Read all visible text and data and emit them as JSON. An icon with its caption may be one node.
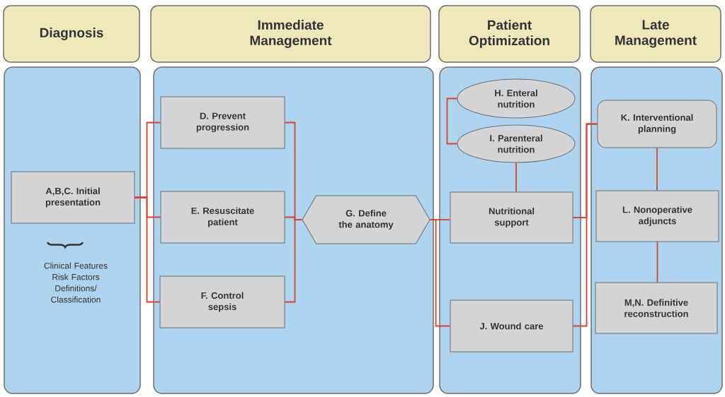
{
  "diagram": {
    "nodes": [
      {
        "text": [
          "Diagnosis"
        ]
      },
      {
        "text": [
          "Immediate Management"
        ]
      },
      {
        "text": [
          "Patient Optimization"
        ]
      },
      {
        "text": [
          "Late Management"
        ]
      },
      {
        "text": [],
        "shape": "box"
      },
      {
        "text": [
          "A,B,C. Initial presentation"
        ],
        "in": 4
      },
      {
        "text": [],
        "shape": "box"
      },
      {
        "text": [
          "D. Prevent progression"
        ],
        "in": 6
      },
      {
        "text": [
          "E. Resuscitate patient"
        ],
        "in": 6
      },
      {
        "text": [
          "F. Control sepsis"
        ],
        "in": 6
      },
      {
        "text": [
          "G. Define the anatomy"
        ],
        "in": 6
      },
      {
        "text": [],
        "shape": "box"
      },
      {
        "text": [
          "H. Enteral nutrition"
        ],
        "in": 11
      },
      {
        "text": [
          "I. Parenteral nutrition"
        ],
        "in": 11
      },
      {
        "text": [
          "Nutritional support"
        ],
        "in": 11
      },
      {
        "text": [
          "J. Wound care"
        ],
        "in": 11
      },
      {
        "text": [],
        "shape": "box"
      },
      {
        "text": [
          "K. Interventional planning"
        ],
        "in": 16
      },
      {
        "text": [
          "L. Nonoperative adjuncts"
        ],
        "in": 16
      },
      {
        "text": [
          "M,N. Definitive reconstruction"
        ],
        "in": 16
      }
    ],
    "edges": [
      {
        "from": 5,
        "to": 7,
        "arrow": "none"
      },
      {
        "from": 5,
        "to": 8,
        "arrow": "none"
      },
      {
        "from": 5,
        "to": 9,
        "arrow": "none"
      },
      {
        "from": 7,
        "to": 10,
        "arrow": "none"
      },
      {
        "from": 8,
        "to": 10,
        "arrow": "none"
      },
      {
        "from": 9,
        "to": 10,
        "arrow": "none"
      },
      {
        "from": 10,
        "to": 14,
        "arrow": "none"
      },
      {
        "from": 10,
        "to": 15,
        "arrow": "none"
      },
      {
        "from": 12,
        "to": 13,
        "arrow": "none"
      },
      {
        "from": 13,
        "to": 14,
        "arrow": "none"
      },
      {
        "from": 14,
        "to": 17,
        "arrow": "none"
      },
      {
        "from": 15,
        "to": 17,
        "arrow": "none"
      },
      {
        "from": 17,
        "to": 18,
        "arrow": "none"
      },
      {
        "from": 18,
        "to": 19,
        "arrow": "none"
      }
    ],
    "labels": [
      "Clinical Features Risk Factors Definitions/ Classification"
    ]
  }
}
